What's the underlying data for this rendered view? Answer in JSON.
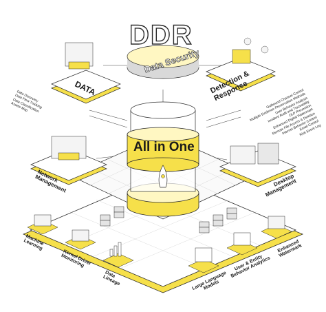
{
  "colors": {
    "accent": "#f6e04a",
    "accent_light": "#fbf1a6",
    "line": "#2b2b2b",
    "grey": "#d9d9d9",
    "pale": "#f4f4f4"
  },
  "title": {
    "ddr": "DDR",
    "data_security": "Data Security"
  },
  "center": {
    "all_in_one": "All in One"
  },
  "modules": {
    "data": "DATA",
    "detection": "Detection & Response",
    "network": "Network Management",
    "desktop": "Desktop Management",
    "ml": "Machine Learning",
    "kernel": "Kernel Driver Monitoring",
    "lineage": "Data Lineage",
    "llm": "Large Language Models",
    "ueba": "User & Entity Behavior Analytics",
    "watermark": "Enhanced Watermark"
  },
  "data_items": [
    "Data Discovery",
    "Data Flow Tracking",
    "Data Classification",
    "Assets Map"
  ],
  "detection_items": [
    "Outbound Channel Control",
    "Multiple Evidence Preservation Methods",
    "User Behavior Analysis",
    "Incident Audit and Traceability",
    "DLP Prevention",
    "Enhanced Digital Watermark",
    "Remote File Access & Deletion",
    "Internet Behavior Control",
    "Email Control",
    "Risk Event Log"
  ],
  "icons": [
    "server-icon",
    "rocket-icon",
    "ai-icon",
    "chart-icon",
    "watermark-icon"
  ]
}
